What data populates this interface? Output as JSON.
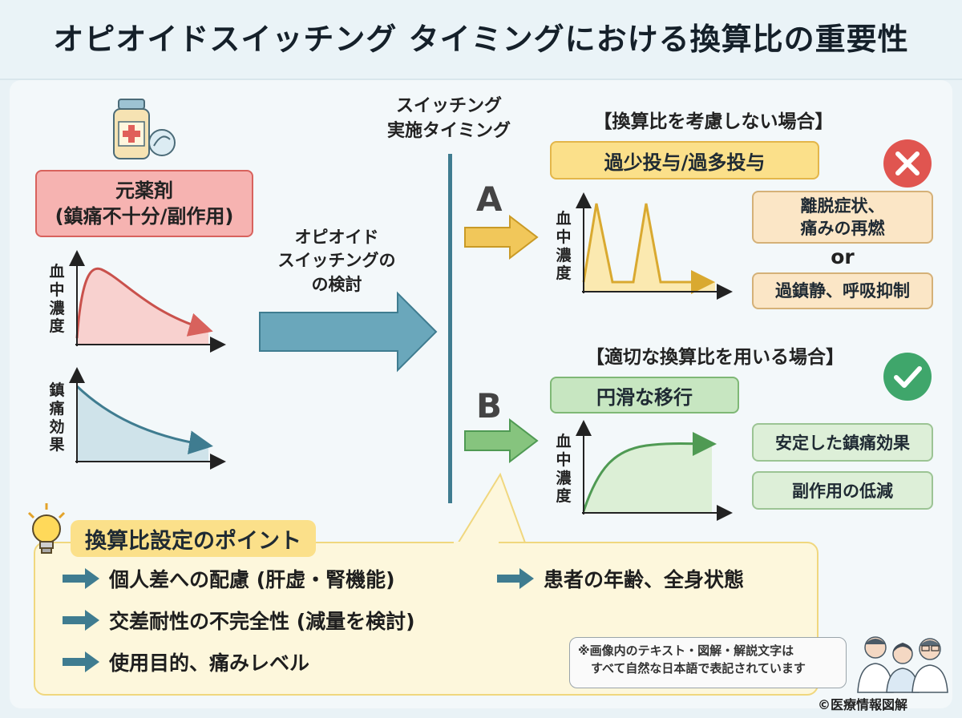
{
  "title": "オピオイドスイッチング タイミングにおける換算比の重要性",
  "left": {
    "drug_box": {
      "line1": "元薬剤",
      "line2": "(鎮痛不十分/副作用)"
    },
    "graph1_ylabel": [
      "血",
      "中",
      "濃",
      "度"
    ],
    "graph2_ylabel": [
      "鎮",
      "痛",
      "効",
      "果"
    ]
  },
  "middle": {
    "switch_label": [
      "オピオイド",
      "スイッチングの",
      "の検討"
    ],
    "timing_label": [
      "スイッチング",
      "実施タイミング"
    ]
  },
  "case_a": {
    "letter": "A",
    "header": "【換算比を考慮しない場合】",
    "tag": "過少投与/過多投与",
    "ylabel": [
      "血",
      "中",
      "濃",
      "度"
    ],
    "outcome1": [
      "離脱症状、",
      "痛みの再燃"
    ],
    "or": "or",
    "outcome2": "過鎮静、呼吸抑制",
    "status_color": "#e05550",
    "status_icon": "cross-icon"
  },
  "case_b": {
    "letter": "B",
    "header": "【適切な換算比を用いる場合】",
    "tag": "円滑な移行",
    "ylabel": [
      "血",
      "中",
      "濃",
      "度"
    ],
    "outcome1": "安定した鎮痛効果",
    "outcome2": "副作用の低減",
    "status_color": "#3fa66b",
    "status_icon": "check-icon"
  },
  "points": {
    "title": "換算比設定のポイント",
    "items": [
      "個人差への配慮 (肝虚・腎機能)",
      "患者の年齢、全身状態",
      "交差耐性の不完全性 (減量を検討)",
      "使用目的、痛みレベル"
    ]
  },
  "note": [
    "※画像内のテキスト・図解・解説文字は",
    "すべて自然な日本語で表記されています"
  ],
  "credit": "©医療情報図解",
  "colors": {
    "red": "#d8625d",
    "teal": "#6aa7bb",
    "yellow": "#e3b64a",
    "green": "#7fb876",
    "navy_arrow": "#3f7c90"
  }
}
